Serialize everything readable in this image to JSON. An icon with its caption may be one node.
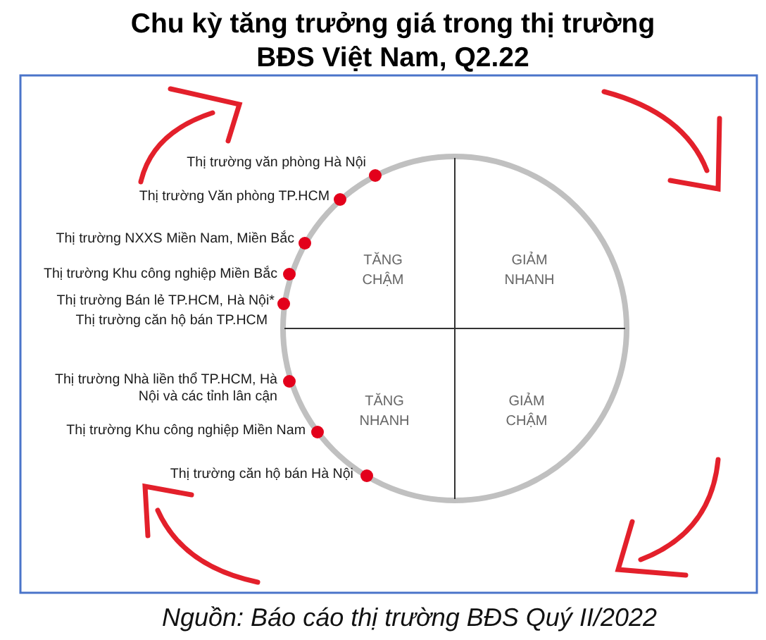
{
  "diagram": {
    "title": "Chu kỳ tăng trưởng giá trong thị trường BĐS Việt Nam, Q2.22",
    "caption": "Nguồn: Báo cáo thị trường BĐS Quý II/2022",
    "nodes": [
      {
        "text": [],
        "shape": "circle"
      },
      {
        "text": [
          "TĂNG CHẬM"
        ],
        "in": 0
      },
      {
        "text": [
          "GIẢM NHANH"
        ],
        "in": 0
      },
      {
        "text": [
          "TĂNG NHANH"
        ],
        "in": 0
      },
      {
        "text": [
          "GIẢM CHẬM"
        ],
        "in": 0
      }
    ],
    "labels": [
      "Thị trường văn phòng Hà Nội",
      "Thị trường Văn phòng TP.HCM",
      "Thị trường NXXS Miền Nam, Miền Bắc",
      "Thị trường Khu công nghiệp Miền Bắc",
      "Thị trường Bán lẻ TP.HCM, Hà Nội*",
      "Thị trường căn hộ bán TP.HCM",
      "Thị trường Nhà liền thổ TP.HCM, Hà Nội và các tỉnh lân cận",
      "Thị trường Khu công nghiệp Miền Nam",
      "Thị trường căn hộ bán Hà Nội"
    ]
  }
}
